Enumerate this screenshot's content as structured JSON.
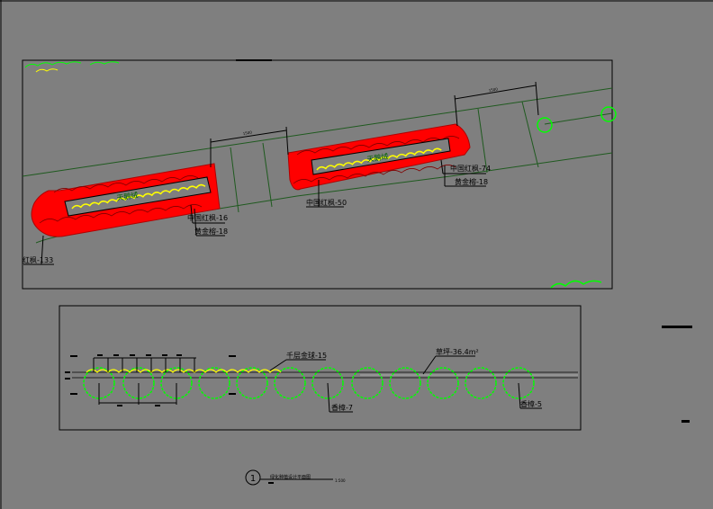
{
  "colors": {
    "background": "#7f7f7f",
    "frame": "#000000",
    "road_line": "#1f5a1f",
    "red_plant": "#ff0000",
    "yellow_plant": "#ffff00",
    "green_tree": "#00ff00",
    "annotation": "#000000",
    "label_highlight": "#008000"
  },
  "plan_top": {
    "bed_a": {
      "center_label": "天鹅绒",
      "callouts": [
        "中国红枫-16",
        "黄金榕-18"
      ]
    },
    "bed_b": {
      "center_label": "天鹅绒",
      "callouts": [
        "中国红枫-74",
        "黄金榕-18",
        "中国红枫-50"
      ]
    },
    "left_label": "红枫-133",
    "dim_a": "1500",
    "dim_b": "1500"
  },
  "plan_bottom": {
    "callout_top_1": "千层金球-15",
    "callout_top_2": "草坪-36.4m²",
    "callout_bottom_1": "香樟-7",
    "callout_bottom_2": "香樟-5"
  },
  "title_block": {
    "number": "1",
    "title": "绿化种植设计平面图",
    "scale": "1:500"
  }
}
